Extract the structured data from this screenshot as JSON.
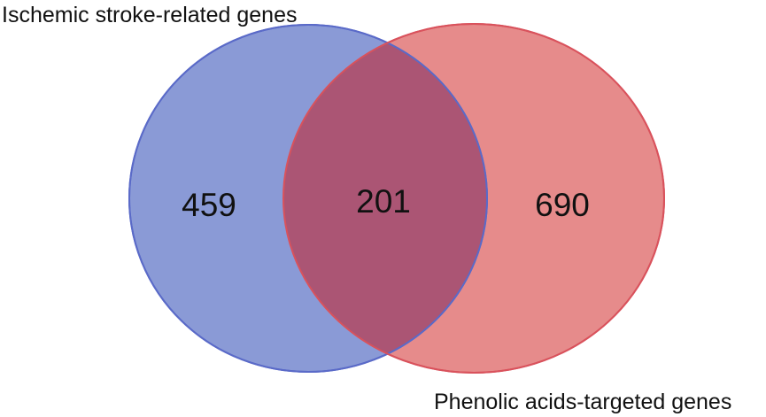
{
  "sets": [
    {
      "key": "left",
      "title": "Ischemic stroke-related genes",
      "fill_color": "#8a9ad6",
      "stroke_color": "#5a6ac8"
    },
    {
      "key": "right",
      "title": "Phenolic acids-targeted genes",
      "fill_color": "#e68b8b",
      "stroke_color": "#d9525c"
    }
  ],
  "regions": {
    "left_only": "459",
    "intersection": "201",
    "right_only": "690"
  },
  "colors": {
    "intersection_fill": "#ab5574",
    "background": "#ffffff"
  }
}
